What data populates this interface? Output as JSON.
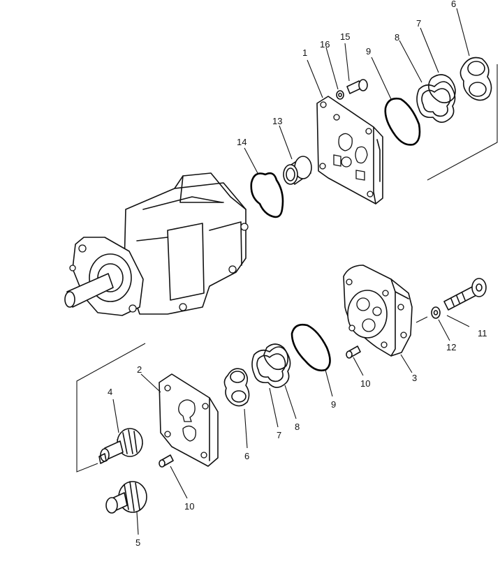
{
  "callouts": [
    "1",
    "2",
    "3",
    "4",
    "5",
    "6",
    "7",
    "8",
    "9",
    "10",
    "11",
    "12",
    "13",
    "14",
    "15",
    "16",
    "6",
    "7",
    "8",
    "9",
    "10"
  ],
  "colors": {
    "ink": "#111111",
    "background": "#ffffff"
  }
}
